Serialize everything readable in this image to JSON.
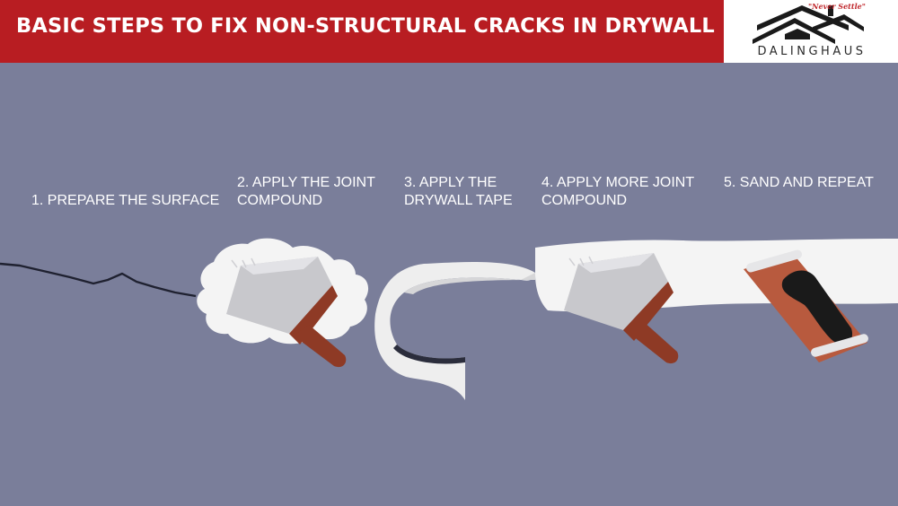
{
  "header": {
    "title": "BASIC STEPS TO FIX NON-STRUCTURAL CRACKS IN DRYWALL"
  },
  "logo": {
    "tagline": "\"Never Settle\"",
    "wordmark": "DALINGHAUS"
  },
  "steps": [
    {
      "line1": "1. PREPARE THE SURFACE",
      "line2": ""
    },
    {
      "line1": "2. APPLY THE JOINT",
      "line2": "COMPOUND"
    },
    {
      "line1": "3. APPLY THE",
      "line2": "DRYWALL TAPE"
    },
    {
      "line1": "4. APPLY MORE JOINT",
      "line2": "COMPOUND"
    },
    {
      "line1": "5. SAND AND REPEAT",
      "line2": ""
    }
  ],
  "colors": {
    "wall": "#7a7e9a",
    "banner": "#b81d22",
    "compound": "#f4f4f4",
    "knife_blade": "#c8c8cc",
    "knife_handle": "#8e3a25",
    "sander_body": "#b85a3e"
  }
}
